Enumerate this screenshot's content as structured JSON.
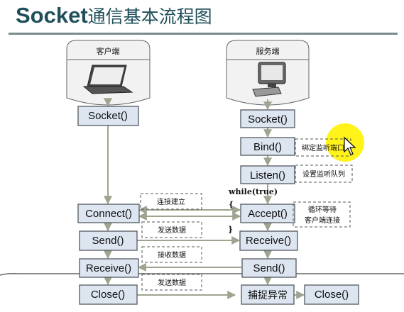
{
  "title": {
    "latin": "Socket",
    "cjk": "通信基本流程图"
  },
  "client": {
    "header": "客户端",
    "boxes": {
      "socket": "Socket()",
      "connect": "Connect()",
      "send": "Send()",
      "receive": "Receive()",
      "close": "Close()"
    }
  },
  "server": {
    "header": "服务端",
    "boxes": {
      "socket": "Socket()",
      "bind": "Bind()",
      "listen": "Listen()",
      "accept": "Accept()",
      "receive": "Receive()",
      "send": "Send()",
      "catch": "捕捉异常",
      "close": "Close()"
    }
  },
  "notes": {
    "bind": "绑定监听端口",
    "listen": "设置监听队列",
    "accept_line1": "循环等待",
    "accept_line2": "客户端连接",
    "connect": "连接建立",
    "send1": "发送数据",
    "recv": "接收数据",
    "send2": "发送数据"
  },
  "loop": {
    "label": "while(true)",
    "open": "{",
    "close": "}"
  },
  "colors": {
    "box_fill": "#dde5f1",
    "box_stroke": "#53595f",
    "arrow": "#9da590",
    "title": "#1f4f5a",
    "highlight": "#fff200"
  },
  "icons": {
    "client": "laptop-icon",
    "server": "desktop-computer-icon",
    "pointer": "mouse-cursor-icon"
  }
}
